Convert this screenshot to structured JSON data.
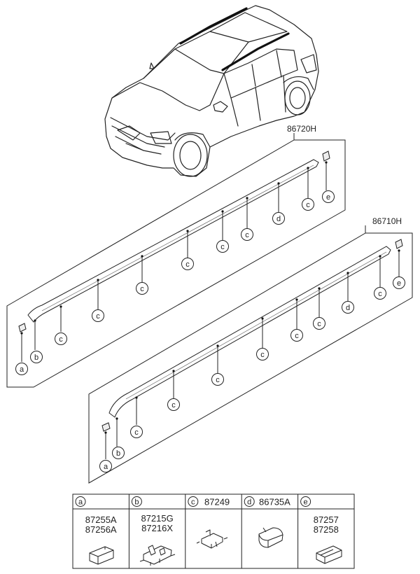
{
  "assemblies": {
    "upper": {
      "part_number": "86720H"
    },
    "lower": {
      "part_number": "86710H"
    }
  },
  "callouts": {
    "a": "a",
    "b": "b",
    "c": "c",
    "d": "d",
    "e": "e"
  },
  "legend": [
    {
      "letter": "a",
      "numbers": [
        "87255A",
        "87256A"
      ]
    },
    {
      "letter": "b",
      "numbers": [
        "87215G",
        "87216X"
      ]
    },
    {
      "letter": "c",
      "numbers": [
        "87249"
      ]
    },
    {
      "letter": "d",
      "numbers": [
        "86735A"
      ]
    },
    {
      "letter": "e",
      "numbers": [
        "87257",
        "87258"
      ]
    }
  ]
}
